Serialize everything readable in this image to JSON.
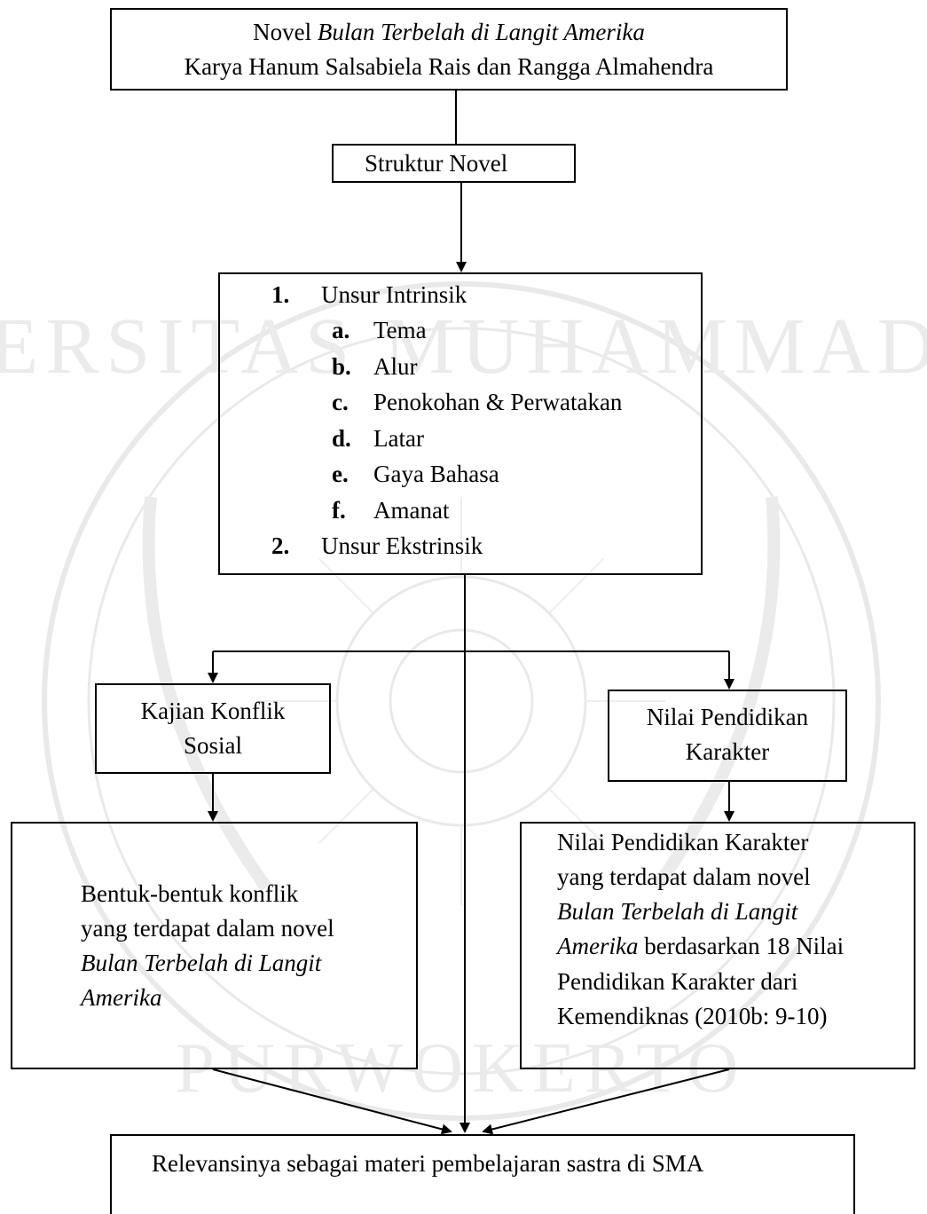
{
  "title_box": {
    "line1_prefix": "Novel ",
    "line1_italic": "Bulan Terbelah di Langit Amerika",
    "line2": "Karya Hanum Salsabiela Rais dan Rangga Almahendra"
  },
  "struktur": {
    "label": "Struktur Novel"
  },
  "unsur": {
    "items": [
      {
        "num": "1.",
        "label": "Unsur Intrinsik"
      },
      {
        "num": "a.",
        "label": "Tema"
      },
      {
        "num": "b.",
        "label": "Alur"
      },
      {
        "num": "c.",
        "label": "Penokohan & Perwatakan"
      },
      {
        "num": "d.",
        "label": "Latar"
      },
      {
        "num": "e.",
        "label": "Gaya Bahasa"
      },
      {
        "num": "f.",
        "label": "Amanat"
      },
      {
        "num": "2.",
        "label": "Unsur Ekstrinsik"
      }
    ]
  },
  "konflik": {
    "line1": "Kajian Konflik",
    "line2": "Sosial"
  },
  "nilai": {
    "line1": "Nilai Pendidikan",
    "line2": "Karakter"
  },
  "bentuk": {
    "line1": "Bentuk-bentuk konflik",
    "line2": "yang terdapat dalam novel",
    "line3_italic": "Bulan Terbelah di Langit",
    "line4_italic": "Amerika"
  },
  "nilai_detail": {
    "line1": "Nilai Pendidikan Karakter",
    "line2": "yang terdapat dalam novel",
    "line3_italic": "Bulan Terbelah di Langit",
    "line4_italic": "Amerika",
    "line4_rest": " berdasarkan 18 Nilai",
    "line5": "Pendidikan Karakter dari",
    "line6": "Kemendiknas (2010b: 9-10)"
  },
  "relevansi": {
    "label": "Relevansinya sebagai materi pembelajaran sastra di SMA"
  },
  "watermark": {
    "text_top": "UNIVERSITAS MUHAMMADIYAH",
    "text_bottom": "PURWOKERTO"
  }
}
